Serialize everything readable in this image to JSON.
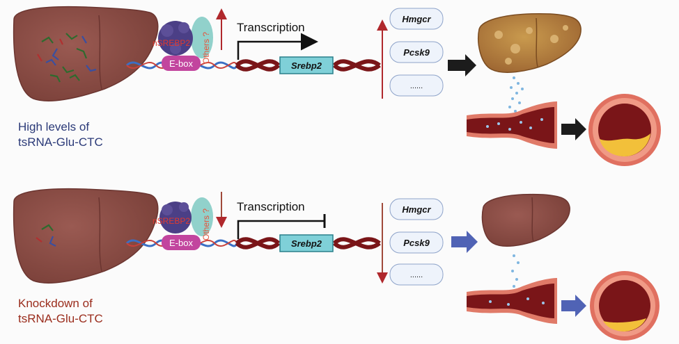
{
  "top_panel": {
    "caption_line1": "High levels of",
    "caption_line2": "tsRNA-Glu-CTC",
    "protein_label": "nSREBP2",
    "others_label": "Others ?",
    "ebox_label": "E-box",
    "transcription_label": "Transcription",
    "gene_label": "Srebp2",
    "targets": [
      "Hmgcr",
      "Pcsk9",
      "......"
    ],
    "regulation": "up"
  },
  "bottom_panel": {
    "caption_line1": "Knockdown of",
    "caption_line2": "tsRNA-Glu-CTC",
    "protein_label": "nSREBP2",
    "others_label": "Others ?",
    "ebox_label": "E-box",
    "transcription_label": "Transcription",
    "gene_label": "Srebp2",
    "targets": [
      "Hmgcr",
      "Pcsk9",
      "......"
    ],
    "regulation": "down"
  },
  "colors": {
    "liver": "#8a4e46",
    "fatty_liver": "#b87a3c",
    "dna_red": "#7a1518",
    "dna_blue": "#3b6fc4",
    "ebox": "#c2459e",
    "srebp_box": "#7fd0d8",
    "up_arrow": "#b0282c",
    "down_arrow": "#a04a3a",
    "black_arrow": "#1c1c1c",
    "blue_arrow": "#5063b5",
    "vessel_outer": "#d95a4a",
    "plaque": "#f2c03a"
  }
}
